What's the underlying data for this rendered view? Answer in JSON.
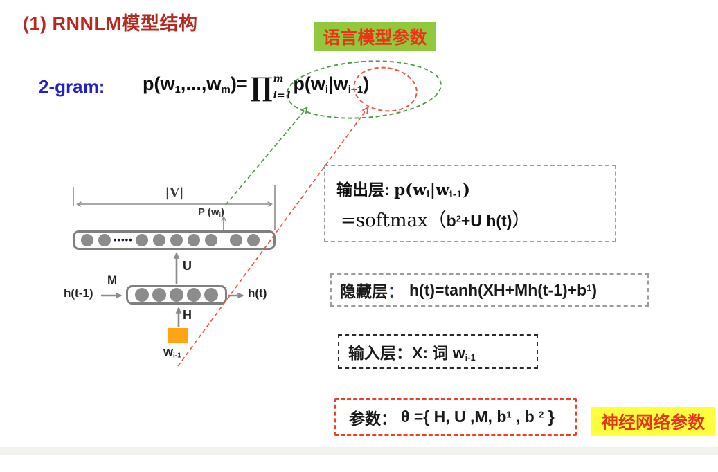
{
  "colors": {
    "title_red": "#B5291E",
    "accent_blue": "#2121CC",
    "green_label_bg": "#92C83E",
    "label_red_text": "#EE3118",
    "yellow_label_bg": "#FFFF3C",
    "orange_input_square": "#FFA413",
    "neuron_gray": "#8C8C8C",
    "green_dashed": "#4C9A46",
    "red_dashed": "#EE5544"
  },
  "title": "(1) RNNLM模型结构",
  "lm_param_label": "语言模型参数",
  "nn_param_label": "神经网络参数",
  "gram": {
    "label": "2-gram:",
    "p1": "p(w",
    "p1sub": "1",
    "p2": ",...,w",
    "p2sub": "m",
    "p3": ")=",
    "prod": "∏",
    "prod_sup": "m",
    "prod_sub": "i=1",
    "p4": "p(w",
    "p4sub": "i",
    "p5": "|w",
    "p5sub": "i−1",
    "p6": ")"
  },
  "diagram": {
    "v_label": "|V|",
    "p_wi": {
      "t1": "P (w",
      "sub": "i",
      "t2": ")"
    },
    "u_label": "U",
    "m_label": "M",
    "h_label": "H",
    "h_prev_label": "h(t-1)",
    "h_next_label": "h(t)",
    "w_input": {
      "t1": "w",
      "sub": "i-1"
    },
    "output_dots": "•••••",
    "output_groups": [
      2,
      5,
      2
    ],
    "hidden_neurons": 5
  },
  "output_box": {
    "label": "输出层:",
    "m1": "p(w",
    "m1sub": "i",
    "m2": "|w",
    "m2sub": "i-1",
    "m3": ")",
    "line2_lead": "=softmax",
    "open_paren": "（",
    "arg1": "b",
    "arg1sup": "2",
    "arg2": "+U h(t)",
    "close_paren": "）"
  },
  "hidden_box": {
    "label": "隐藏层",
    "colon": "：",
    "f1": "h(t)=tanh(XH+Mh(t-1)+b",
    "fsup": "1",
    "f2": ")"
  },
  "input_box": {
    "label": "输入层：",
    "f1": "X: 词 w",
    "fsub": "i-1"
  },
  "param_box": {
    "label": "参数：",
    "f1": "θ ={ H, U ,M, b",
    "sup1": "1",
    "f2": " , b ",
    "sup2": "2",
    "f3": " }"
  }
}
